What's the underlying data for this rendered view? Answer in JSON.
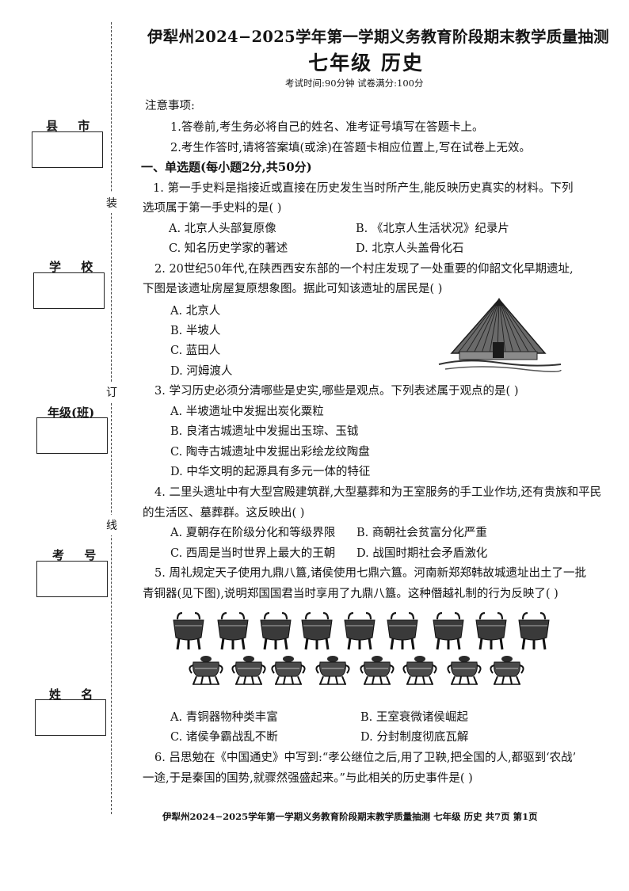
{
  "header": {
    "title": "伊犁州2024−2025学年第一学期义务教育阶段期末教学质量抽测",
    "subtitle": "七年级  历史",
    "exam_info": "考试时间:90分钟    试卷满分:100分"
  },
  "sidebar": {
    "labels": [
      "县 市",
      "学 校",
      "年级(班)",
      "考 号",
      "姓 名"
    ],
    "binding_chars": [
      "装",
      "订",
      "线"
    ]
  },
  "notice": {
    "heading": "注意事项:",
    "items": [
      "1.答卷前,考生务必将自己的姓名、准考证号填写在答题卡上。",
      "2.考生作答时,请将答案填(或涂)在答题卡相应位置上,写在试卷上无效。"
    ]
  },
  "section": "一、单选题(每小题2分,共50分)",
  "q1": {
    "line1": "1. 第一手史料是指接近或直接在历史发生当时所产生,能反映历史真实的材料。下列",
    "line2": "选项属于第一手史料的是(      )",
    "options": [
      "A.  北京人头部复原像",
      "B. 《北京人生活状况》纪录片",
      "C.  知名历史学家的著述",
      "D.  北京人头盖骨化石"
    ]
  },
  "q2": {
    "line1": "2. 20世纪50年代,在陕西西安东部的一个村庄发现了一处重要的仰韶文化早期遗址,",
    "line2": "下图是该遗址房屋复原想象图。据此可知该遗址的居民是(      )",
    "options": [
      "A. 北京人",
      "B. 半坡人",
      "C. 蓝田人",
      "D. 河姆渡人"
    ]
  },
  "q3": {
    "line1": "3.  学习历史必须分清哪些是史实,哪些是观点。下列表述属于观点的是(      )",
    "options": [
      "A. 半坡遗址中发掘出炭化粟粒",
      "B. 良渚古城遗址中发掘出玉琮、玉钺",
      "C. 陶寺古城遗址中发掘出彩绘龙纹陶盘",
      "D. 中华文明的起源具有多元一体的特征"
    ]
  },
  "q4": {
    "line1": "4.  二里头遗址中有大型宫殿建筑群,大型墓葬和为王室服务的手工业作坊,还有贵族和平民",
    "line2": "的生活区、墓葬群。这反映出(      )",
    "options": [
      "A.  夏朝存在阶级分化和等级界限",
      "B.  商朝社会贫富分化严重",
      "C.  西周是当时世界上最大的王朝",
      "D.  战国时期社会矛盾激化"
    ]
  },
  "q5": {
    "line1": "5. 周礼规定天子使用九鼎八簋,诸侯使用七鼎六簋。河南新郑郑韩故城遗址出土了一批",
    "line2": "青铜器(见下图),说明郑国国君当时享用了九鼎八簋。这种僭越礼制的行为反映了(      )",
    "options": [
      "A.  青铜器物种类丰富",
      "B.  王室衰微诸侯崛起",
      "C.  诸侯争霸战乱不断",
      "D.  分封制度彻底瓦解"
    ]
  },
  "q6": {
    "line1": "6.  吕思勉在《中国通史》中写到:“孝公继位之后,用了卫鞅,把全国的人,都驱到‘农战’",
    "line2": "一途,于是秦国的国势,就骤然强盛起来。”与此相关的历史事件是(      )"
  },
  "footer": "伊犁州2024−2025学年第一学期义务教育阶段期末教学质量抽测  七年级  历史  共7页  第1页"
}
